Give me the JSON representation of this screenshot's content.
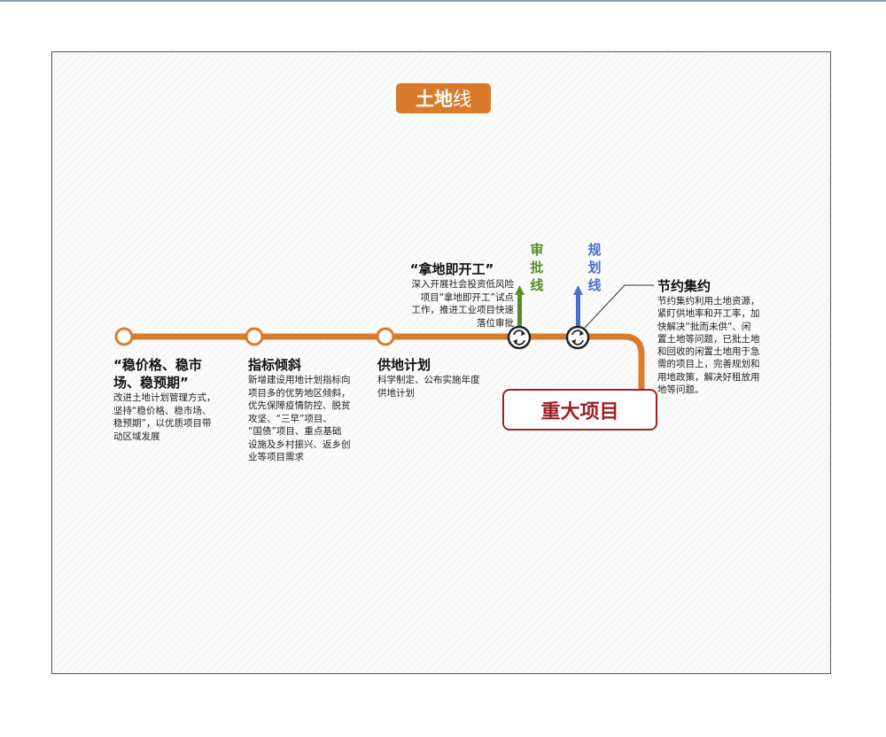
{
  "title": {
    "bold": "土地",
    "thin": "线"
  },
  "stations": [
    {
      "title_lines": [
        "“稳价格、稳市",
        "场、稳预期”"
      ],
      "body": [
        "改进土地计划管理方式，",
        "坚持“稳价格、稳市场、",
        "稳预期”，以优质项目带",
        "动区域发展"
      ]
    },
    {
      "title_lines": [
        "指标倾斜"
      ],
      "body": [
        "新增建设用地计划指标向",
        "项目多的优势地区倾斜，",
        "优先保障疫情防控、脱贫",
        "攻坚、“三早”项目、",
        "“国债”项目、重点基础",
        "设施及乡村振兴、返乡创",
        "业等项目需求"
      ]
    },
    {
      "title_lines": [
        "供地计划"
      ],
      "body": [
        "科学制定、公布实施年度",
        "供地计划"
      ]
    }
  ],
  "start_work": {
    "title": "“拿地即开工”",
    "body": [
      "深入开展社会投资低风险",
      "项目“拿地即开工”试点",
      "工作，推进工业项目快速",
      "落位审批"
    ]
  },
  "branch_approval": {
    "label": [
      "审",
      "批",
      "线"
    ],
    "color": "#5a8a2e"
  },
  "branch_planning": {
    "label": [
      "规",
      "划",
      "线"
    ],
    "color": "#4a6fc4"
  },
  "saving": {
    "title": "节约集约",
    "body": [
      "节约集约利用土地资源，",
      "紧盯供地率和开工率，加",
      "快解决“批而未供”、闲",
      "置土地等问题，已批土地",
      "和回收的闲置土地用于急",
      "需的项目上，完善规划和",
      "用地政策，解决好租放用",
      "地等问题。"
    ]
  },
  "major_project": "重大项目",
  "colors": {
    "line": "#d97b2b",
    "title_bg": "#d97b2b",
    "major": "#a31f24",
    "approval": "#5a8a2e",
    "planning": "#4a6fc4"
  },
  "icons": [
    "station-circle-icon",
    "transfer-cycle-icon",
    "arrow-up-icon"
  ]
}
